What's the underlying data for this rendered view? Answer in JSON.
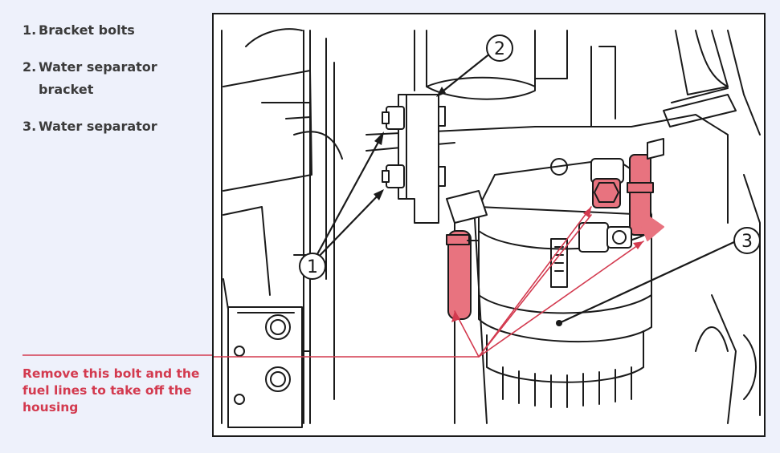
{
  "legend": {
    "items": [
      {
        "num": "1.",
        "label": "Bracket bolts"
      },
      {
        "num": "2.",
        "label": "Water separator bracket"
      },
      {
        "num": "3.",
        "label": "Water separator"
      }
    ]
  },
  "note": {
    "text": "Remove this bolt and the fuel lines to take off the housing",
    "color": "#d33a4f"
  },
  "diagram": {
    "callouts": [
      {
        "id": "1",
        "label": "1"
      },
      {
        "id": "2",
        "label": "2"
      },
      {
        "id": "3",
        "label": "3"
      }
    ],
    "highlight_color": "#e8737f"
  }
}
